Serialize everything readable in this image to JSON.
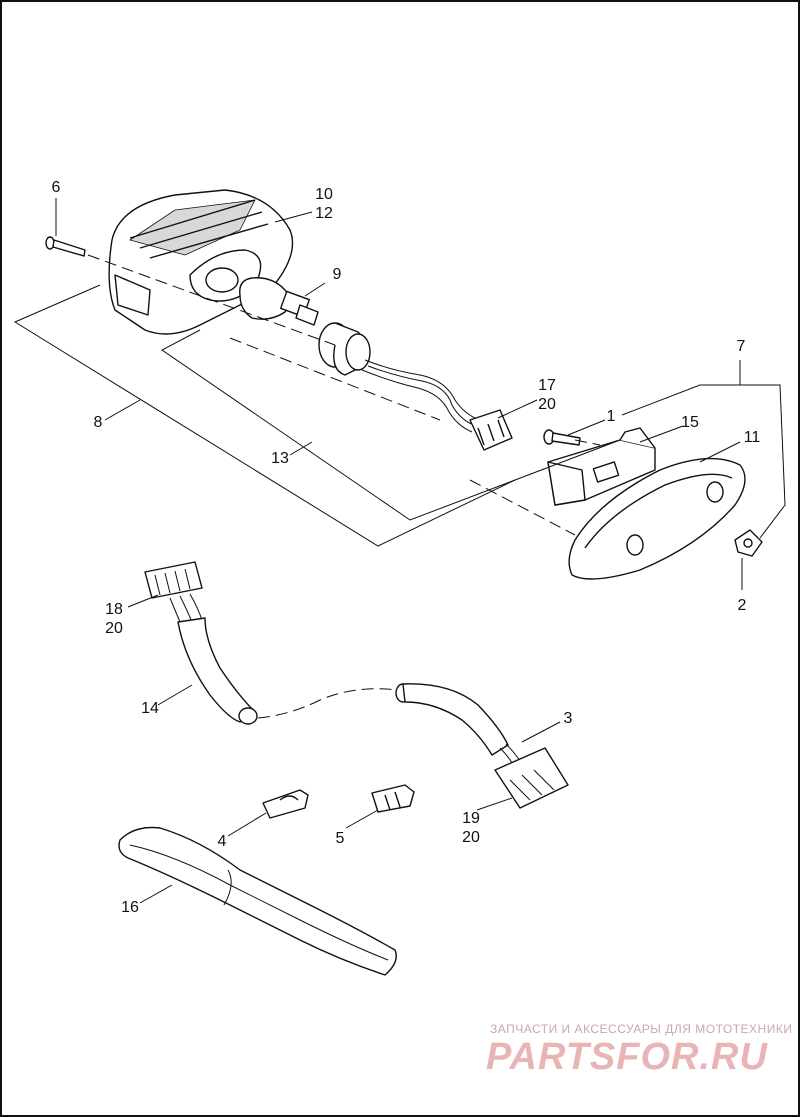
{
  "callouts": {
    "c1": "1",
    "c2": "2",
    "c3": "3",
    "c4": "4",
    "c5": "5",
    "c6": "6",
    "c7": "7",
    "c8": "8",
    "c9": "9",
    "c10": "10",
    "c11": "11",
    "c12": "12",
    "c13": "13",
    "c14": "14",
    "c15": "15",
    "c16": "16",
    "c17": "17",
    "c18": "18",
    "c19": "19",
    "c20a": "20",
    "c20b": "20",
    "c20c": "20"
  },
  "watermark": {
    "tagline": "ЗАПЧАСТИ И АКСЕССУАРЫ ДЛЯ МОТОТЕХНИКИ",
    "logo": "PARTSFOR.RU"
  }
}
